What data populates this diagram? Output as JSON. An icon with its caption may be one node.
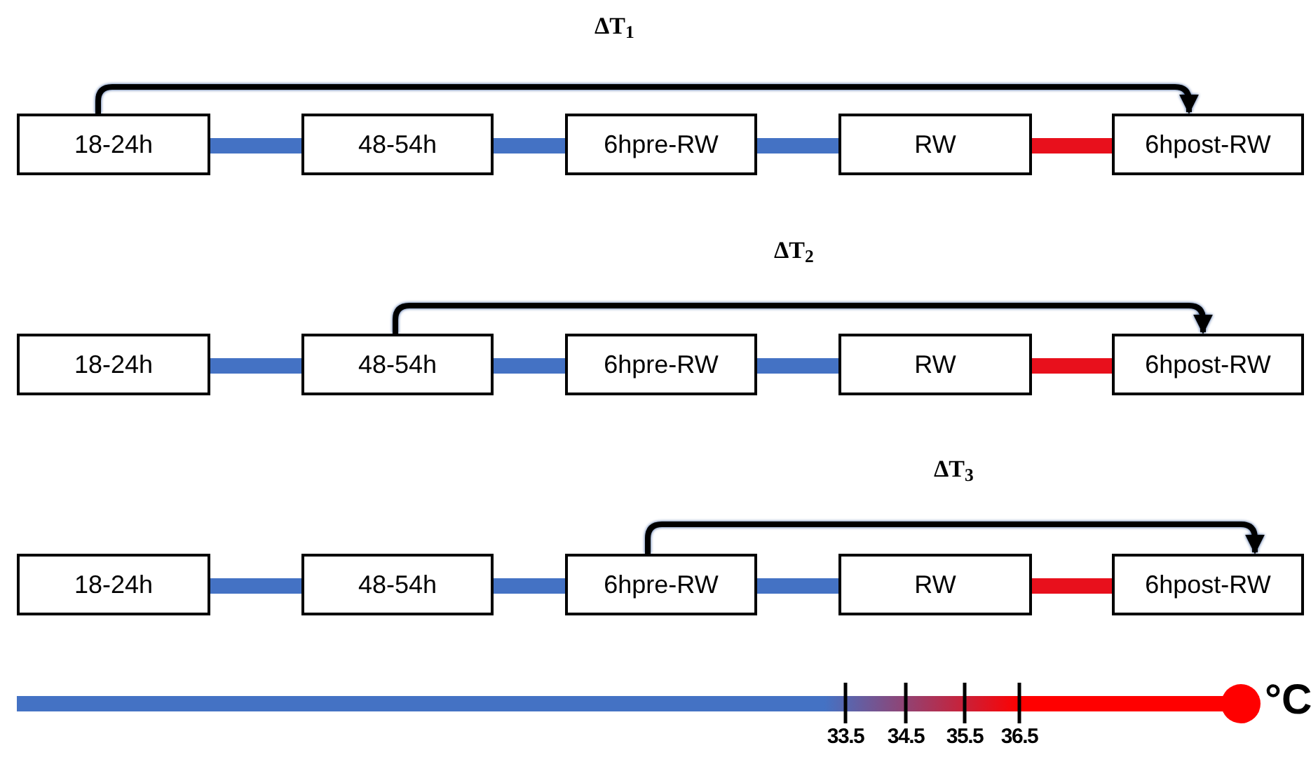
{
  "diagram": {
    "nodes": [
      {
        "text": [
          "18-24h"
        ]
      },
      {
        "text": [
          "48-54h"
        ]
      },
      {
        "text": [
          "6hpre-RW"
        ]
      },
      {
        "text": [
          "RW"
        ]
      },
      {
        "text": [
          "6hpost-RW"
        ]
      },
      {
        "text": [
          "18-24h"
        ]
      },
      {
        "text": [
          "48-54h"
        ]
      },
      {
        "text": [
          "6hpre-RW"
        ]
      },
      {
        "text": [
          "RW"
        ]
      },
      {
        "text": [
          "6hpost-RW"
        ]
      },
      {
        "text": [
          "18-24h"
        ]
      },
      {
        "text": [
          "48-54h"
        ]
      },
      {
        "text": [
          "6hpre-RW"
        ]
      },
      {
        "text": [
          "RW"
        ]
      },
      {
        "text": [
          "6hpost-RW"
        ]
      }
    ],
    "edges": [
      {
        "from": 0,
        "to": 1,
        "arrow": "none"
      },
      {
        "from": 1,
        "to": 2,
        "arrow": "none"
      },
      {
        "from": 2,
        "to": 3,
        "arrow": "none"
      },
      {
        "from": 3,
        "to": 4,
        "arrow": "none",
        "color": "#e8101c"
      },
      {
        "from": 0,
        "to": 4,
        "arrow": "to",
        "label": "ΔT$_{1}$",
        "color": "#000000"
      },
      {
        "from": 5,
        "to": 6,
        "arrow": "none"
      },
      {
        "from": 6,
        "to": 7,
        "arrow": "none"
      },
      {
        "from": 7,
        "to": 8,
        "arrow": "none"
      },
      {
        "from": 8,
        "to": 9,
        "arrow": "none",
        "color": "#e8101c"
      },
      {
        "from": 6,
        "to": 9,
        "arrow": "to",
        "label": "ΔT$_{2}$",
        "color": "#000000"
      },
      {
        "from": 10,
        "to": 11,
        "arrow": "none"
      },
      {
        "from": 11,
        "to": 12,
        "arrow": "none"
      },
      {
        "from": 12,
        "to": 13,
        "arrow": "none"
      },
      {
        "from": 13,
        "to": 14,
        "arrow": "none",
        "color": "#e8101c"
      },
      {
        "from": 12,
        "to": 14,
        "arrow": "to",
        "label": "ΔT$_{3}$",
        "color": "#000000"
      }
    ],
    "labels": [
      "33.5",
      "34.5",
      "35.5",
      "36.5",
      "°C"
    ]
  }
}
